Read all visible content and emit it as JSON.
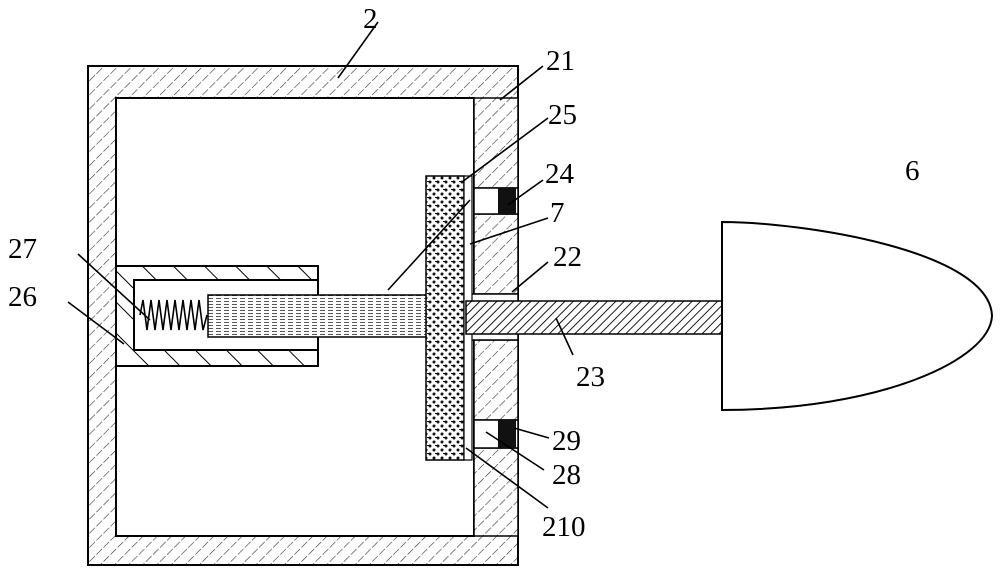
{
  "figure": {
    "labels": {
      "housing": "2",
      "wall_right": "21",
      "rod_guide": "25",
      "seal_top": "24",
      "block": "7",
      "opening": "22",
      "shaft": "23",
      "head": "6",
      "spring": "27",
      "sleeve": "26",
      "seal_bottom": "29",
      "gap_bottom": "28",
      "plate": "210"
    }
  }
}
